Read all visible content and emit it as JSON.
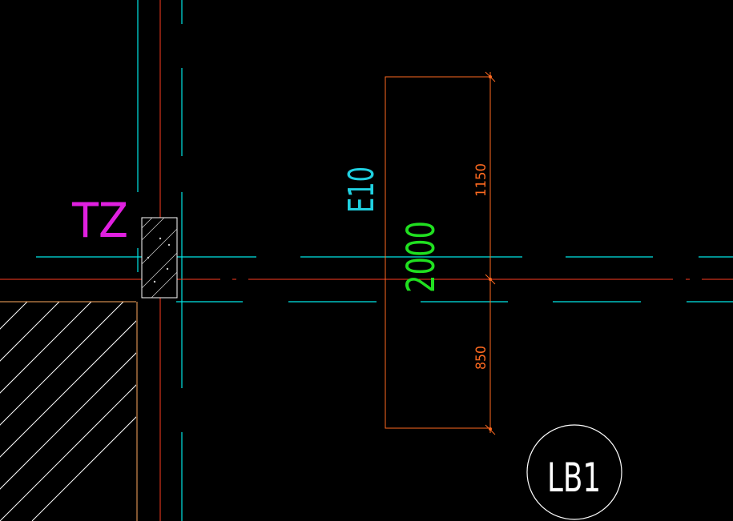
{
  "drawing": {
    "labels": {
      "tz": "TZ",
      "e10": "E10",
      "length": "2000",
      "dim_upper": "1150",
      "dim_lower": "850",
      "slab_tag": "LB1"
    },
    "colors": {
      "background": "#000000",
      "axis_line": "#ff3b1f",
      "wall_line": "#00e5e5",
      "dimension": "#ff6a20",
      "tz_label": "#e020e0",
      "e10_label": "#20d0e0",
      "length_label": "#20e020",
      "hatch": "#ffffff",
      "tag_circle": "#ffffff"
    }
  }
}
